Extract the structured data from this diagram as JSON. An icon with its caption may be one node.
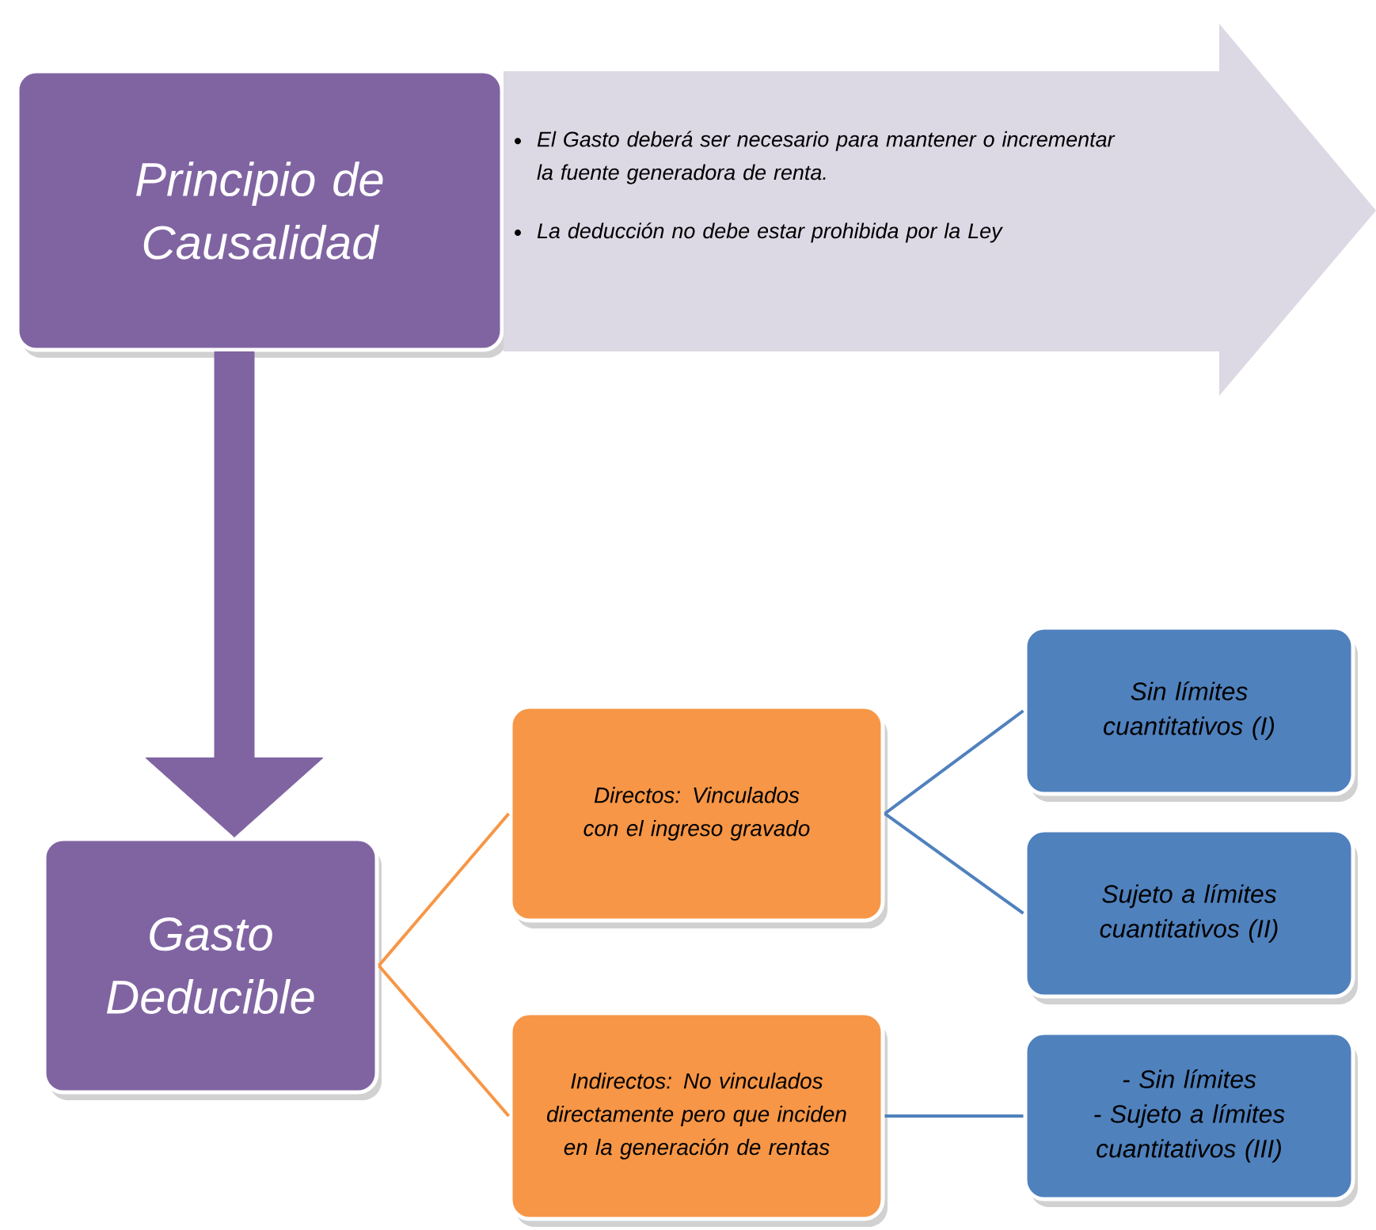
{
  "diagram": {
    "nodes": [
      {
        "text": [
          "Principio de Causalidad"
        ]
      },
      {
        "text": [
          "El Gasto deberá ser necesario para mantener o incrementar la fuente generadora de renta.",
          "La deducción no debe estar prohibida por la Ley"
        ]
      },
      {
        "text": [
          "Gasto Deducible"
        ]
      },
      {
        "text": [
          "Directos: Vinculados con el ingreso gravado"
        ]
      },
      {
        "text": [
          "Indirectos: No vinculados directamente pero que inciden en la generación de rentas"
        ]
      },
      {
        "text": [
          "Sin límites cuantitativos (I)"
        ]
      },
      {
        "text": [
          "Sujeto a límites cuantitativos (II)"
        ]
      },
      {
        "text": [
          "- Sin límites",
          "- Sujeto a límites cuantitativos (III)"
        ]
      }
    ],
    "edges": [
      {
        "from": 0,
        "to": 2,
        "arrow": "to",
        "style": "thick",
        "color": "#8064a2"
      },
      {
        "from": 2,
        "to": 3,
        "arrow": "none",
        "color": "#f79646"
      },
      {
        "from": 2,
        "to": 4,
        "arrow": "none",
        "color": "#f79646"
      },
      {
        "from": 3,
        "to": 5,
        "arrow": "none"
      },
      {
        "from": 3,
        "to": 6,
        "arrow": "none"
      },
      {
        "from": 4,
        "to": 7,
        "arrow": "none"
      }
    ]
  }
}
